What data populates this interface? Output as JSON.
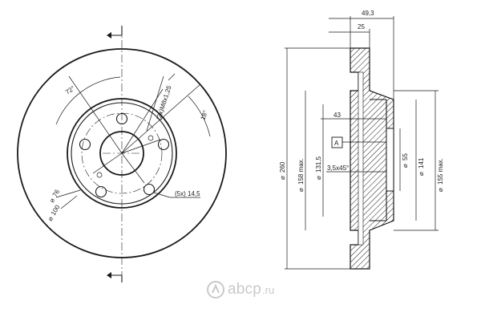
{
  "front_view": {
    "bolt_pattern_angle": "72°",
    "thread_spec": "(2x)M8x1,25",
    "offset_angle": "18°",
    "diameter_76": "76",
    "diameter_100": "100",
    "holes_spec": "(5x) 14,5"
  },
  "section_view": {
    "dim_49_3": "49,3",
    "dim_25": "25",
    "dim_43": "43",
    "datum_label": "A",
    "chamfer": "3,5x45°",
    "dia_260": "260",
    "dia_158": "158 max.",
    "dia_131_5": "131,5",
    "dia_55": "55",
    "dia_141": "141",
    "dia_155": "155 max."
  },
  "watermark": {
    "brand": "abcp",
    "suffix": ".ru"
  },
  "colors": {
    "line": "#1a1a1a",
    "hatch": "#1a1a1a",
    "watermark": "#c9c9c9"
  }
}
